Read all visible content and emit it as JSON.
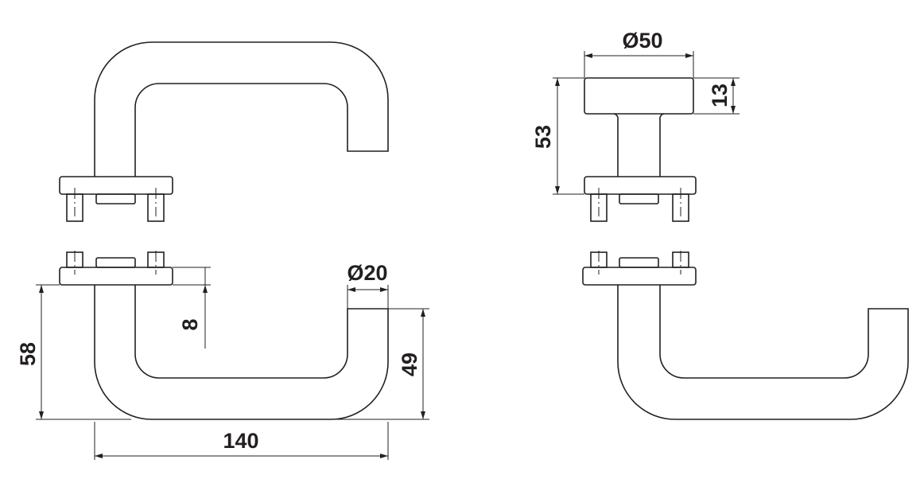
{
  "dimensions": {
    "knob_diameter": "Ø50",
    "knob_height": "13",
    "knob_total_height": "53",
    "bar_diameter": "Ø20",
    "rose_thickness": "8",
    "handle_projection": "58",
    "handle_drop": "49",
    "handle_length": "140"
  },
  "colors": {
    "line": "#231f20",
    "background": "#ffffff"
  }
}
